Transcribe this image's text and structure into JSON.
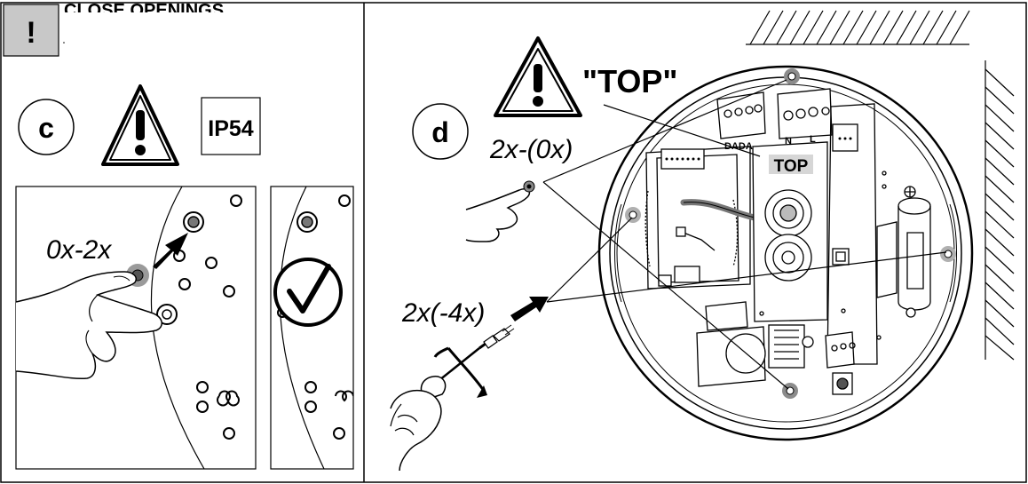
{
  "warning_box": {
    "symbol": "!",
    "title": "CLOSE OPENINGS"
  },
  "panel_c": {
    "step": "c",
    "rating": "IP54",
    "count_label": "0x-2x"
  },
  "panel_d": {
    "step": "d",
    "top_quote": "\"TOP\"",
    "top_tag": "TOP",
    "count_upper": "2x-(0x)",
    "count_lower": "2x(-4x)",
    "terminal_label": "DADA",
    "terminal_n": "N",
    "terminal_l": "L"
  },
  "colors": {
    "line": "#000000",
    "grey_box": "#c8c8c8",
    "screw_grey": "#8c8c8c",
    "tag_grey": "#d6d6d6"
  }
}
